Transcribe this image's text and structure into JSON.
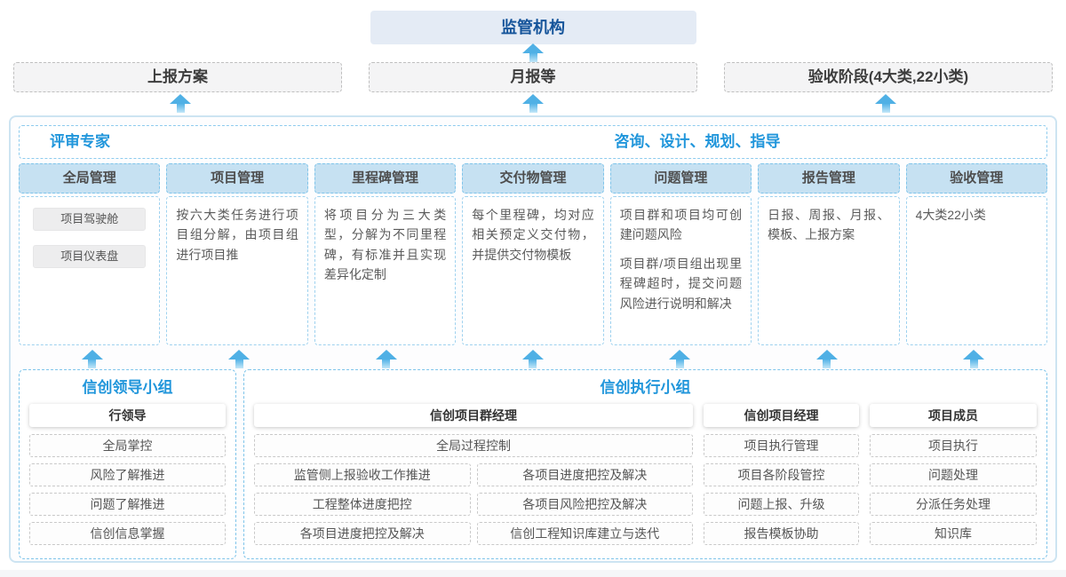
{
  "colors": {
    "accent_blue": "#2196db",
    "regulator_text": "#15549a",
    "regulator_bg": "#e4ebf5",
    "column_header_bg": "#c6e1f2",
    "arrow_blue": "#4fb0e5"
  },
  "top": {
    "regulator": "监管机构",
    "boxes": [
      "上报方案",
      "月报等",
      "验收阶段(4大类,22小类)"
    ]
  },
  "middle": {
    "left_title": "评审专家",
    "right_title": "咨询、设计、规划、指导",
    "columns": [
      {
        "header": "全局管理",
        "chips": [
          "项目驾驶舱",
          "项目仪表盘"
        ]
      },
      {
        "header": "项目管理",
        "paragraphs": [
          "按六大类任务进行项目组分解，由项目组进行项目推"
        ]
      },
      {
        "header": "里程碑管理",
        "paragraphs": [
          "将项目分为三大类型，分解为不同里程碑，有标准并且实现差异化定制"
        ]
      },
      {
        "header": "交付物管理",
        "paragraphs": [
          "每个里程碑，均对应相关预定义交付物，并提供交付物模板"
        ]
      },
      {
        "header": "问题管理",
        "paragraphs": [
          "项目群和项目均可创建问题风险",
          "项目群/项目组出现里程碑超时，提交问题风险进行说明和解决"
        ]
      },
      {
        "header": "报告管理",
        "paragraphs": [
          "日报、周报、月报、模板、上报方案"
        ]
      },
      {
        "header": "验收管理",
        "paragraphs": [
          "4大类22小类"
        ]
      }
    ]
  },
  "bottom": {
    "leader_group": {
      "title": "信创领导小组",
      "role": "行领导",
      "items": [
        "全局掌控",
        "风险了解推进",
        "问题了解推进",
        "信创信息掌握"
      ]
    },
    "exec_group": {
      "title": "信创执行小组",
      "pm_group": {
        "role": "信创项目群经理",
        "full_item": "全局过程控制",
        "left_items": [
          "监管侧上报验收工作推进",
          "工程整体进度把控",
          "各项目进度把控及解决"
        ],
        "right_items": [
          "各项目进度把控及解决",
          "各项目风险把控及解决",
          "信创工程知识库建立与迭代"
        ]
      },
      "pm": {
        "role": "信创项目经理",
        "items": [
          "项目执行管理",
          "项目各阶段管控",
          "问题上报、升级",
          "报告模板协助"
        ]
      },
      "member": {
        "role": "项目成员",
        "items": [
          "项目执行",
          "问题处理",
          "分派任务处理",
          "知识库"
        ]
      }
    }
  }
}
